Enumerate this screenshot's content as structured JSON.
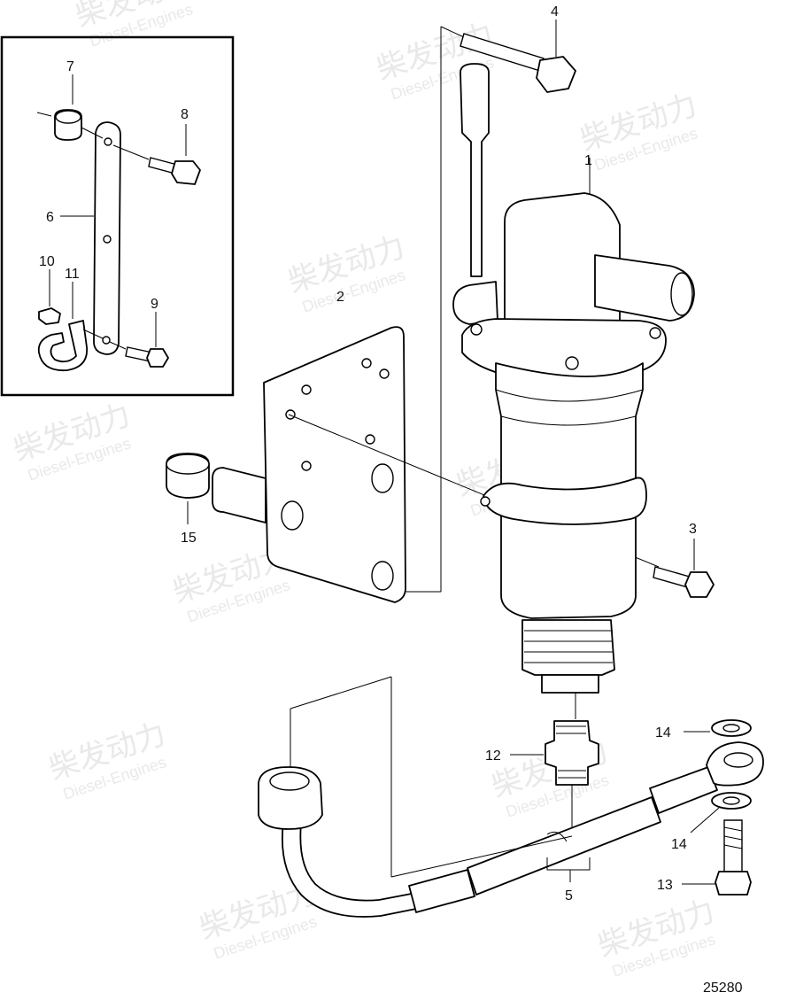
{
  "watermark": {
    "brand": "柴发动力",
    "sub": "Diesel-Engines"
  },
  "labels": {
    "l1": "1",
    "l2": "2",
    "l3": "3",
    "l4": "4",
    "l5": "5",
    "l6": "6",
    "l7": "7",
    "l8": "8",
    "l9": "9",
    "l10": "10",
    "l11": "11",
    "l12": "12",
    "l13": "13",
    "l14a": "14",
    "l14b": "14",
    "l15": "15"
  },
  "figure_number": "25280"
}
